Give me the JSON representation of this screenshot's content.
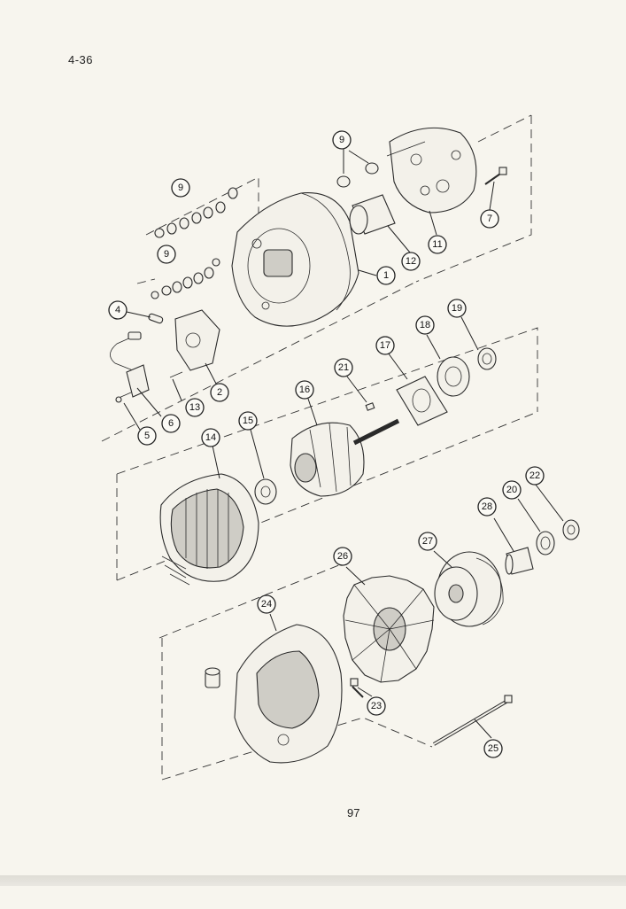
{
  "page": {
    "header_number": "4-36",
    "footer_page": "97"
  },
  "callouts": [
    "1",
    "2",
    "4",
    "5",
    "6",
    "7",
    "9",
    "9",
    "9",
    "11",
    "12",
    "13",
    "14",
    "15",
    "16",
    "17",
    "18",
    "19",
    "20",
    "21",
    "22",
    "23",
    "24",
    "25",
    "26",
    "27",
    "28"
  ]
}
